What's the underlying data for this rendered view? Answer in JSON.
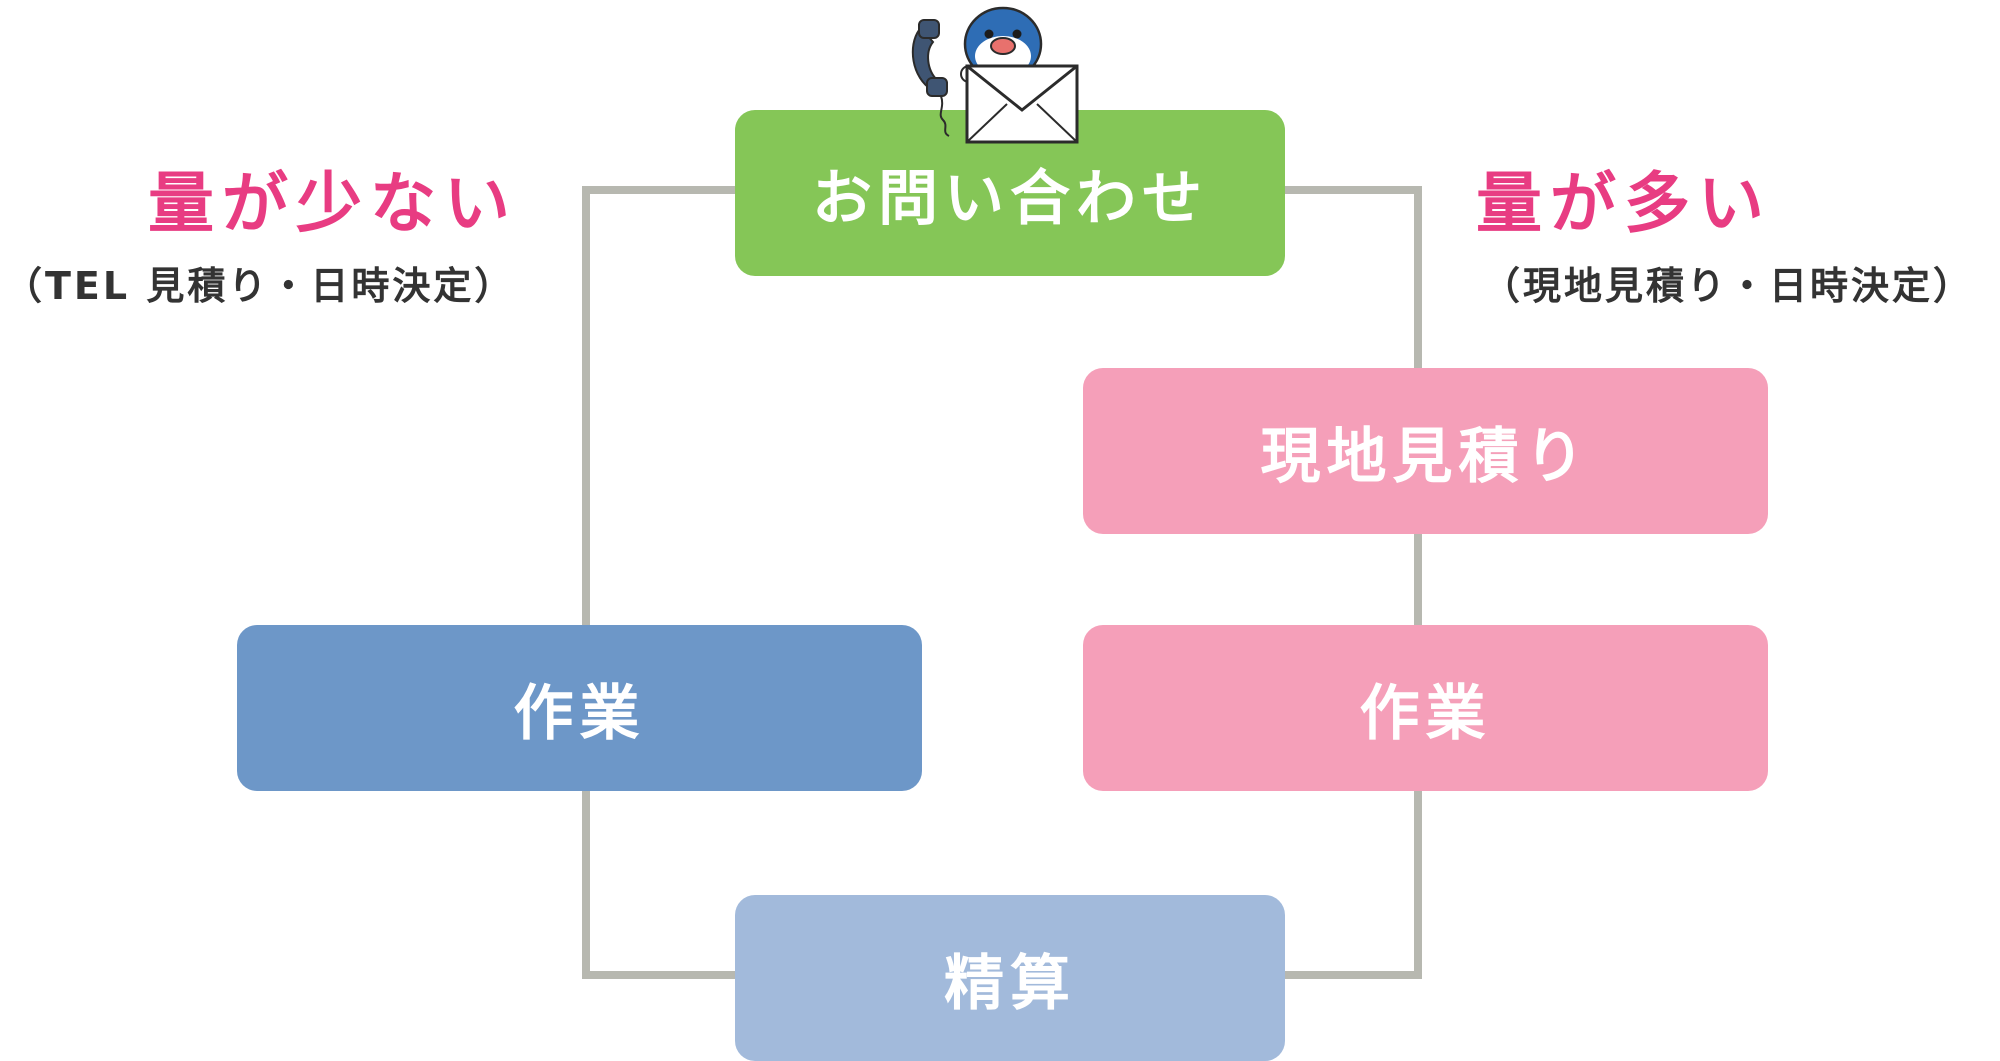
{
  "flow": {
    "inquiry": "お問い合わせ",
    "site_estimate": "現地見積り",
    "work_left": "作業",
    "work_right": "作業",
    "settlement": "精算"
  },
  "branches": {
    "small": {
      "heading": "量が少ない",
      "note": "（TEL 見積り・日時決定）"
    },
    "large": {
      "heading": "量が多い",
      "note": "（現地見積り・日時決定）"
    }
  },
  "colors": {
    "inquiry": "#85c657",
    "site_estimate": "#f59fb9",
    "work_left": "#6d97c8",
    "work_right": "#f59fb9",
    "settlement": "#a2badb",
    "heading": "#e83c82",
    "connector": "#b7b8b0"
  },
  "icons": [
    "penguin-mascot-icon",
    "phone-icon",
    "envelope-icon"
  ]
}
